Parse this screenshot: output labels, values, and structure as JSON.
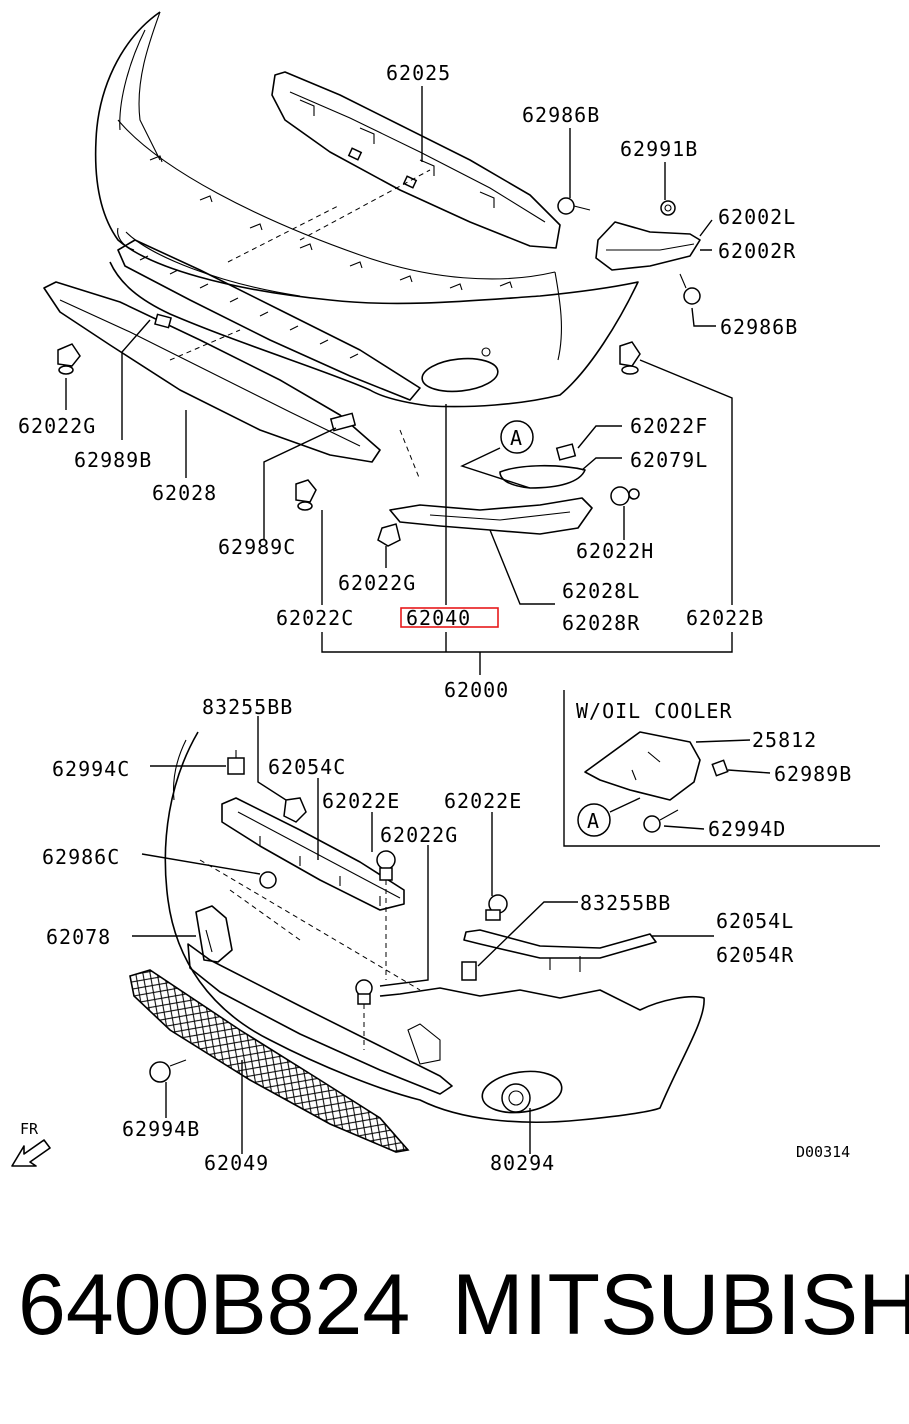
{
  "labels": {
    "l62025": "62025",
    "l62986B_top": "62986B",
    "l62991B": "62991B",
    "l62002L": "62002L",
    "l62002R": "62002R",
    "l62986B_right": "62986B",
    "l62022G_left": "62022G",
    "l62989B_left": "62989B",
    "l62028": "62028",
    "l62989C": "62989C",
    "l62022F": "62022F",
    "l62079L": "62079L",
    "l62022H": "62022H",
    "l62022G_mid": "62022G",
    "l62028L": "62028L",
    "l62028R": "62028R",
    "l62022C": "62022C",
    "l62040": "62040",
    "l62022B": "62022B",
    "l62000": "62000",
    "l83255BB_top": "83255BB",
    "l62994C": "62994C",
    "l62054C": "62054C",
    "l62022E_a": "62022E",
    "l62022E_b": "62022E",
    "l62022G_low": "62022G",
    "l62986C": "62986C",
    "l83255BB_low": "83255BB",
    "l62054L": "62054L",
    "l62054R": "62054R",
    "l62078": "62078",
    "l62994B": "62994B",
    "l62049": "62049",
    "l80294": "80294",
    "fr": "FR",
    "code": "D00314",
    "callout_a": "A"
  },
  "inset": {
    "title": "W/OIL  COOLER",
    "l25812": "25812",
    "l62989B": "62989B",
    "l62994D": "62994D",
    "callout": "A"
  },
  "footer": {
    "part_number": "6400B824",
    "brand": "MITSUBISHI"
  },
  "colors": {
    "highlight": "#e8191b",
    "ink": "#000000"
  }
}
